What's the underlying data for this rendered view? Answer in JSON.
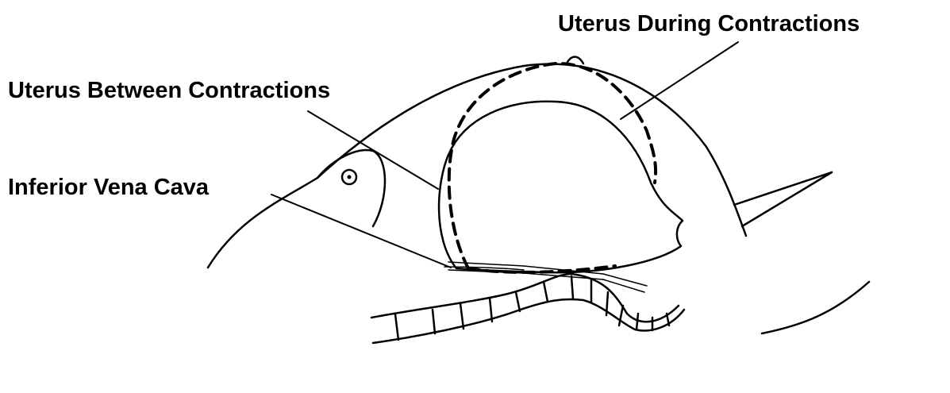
{
  "diagram": {
    "labels": {
      "uterus_during_contractions": "Uterus During Contractions",
      "uterus_between_contractions": "Uterus Between Contractions",
      "inferior_vena_cava": "Inferior Vena Cava"
    },
    "colors": {
      "ink": "#000000",
      "background": "#ffffff"
    }
  }
}
